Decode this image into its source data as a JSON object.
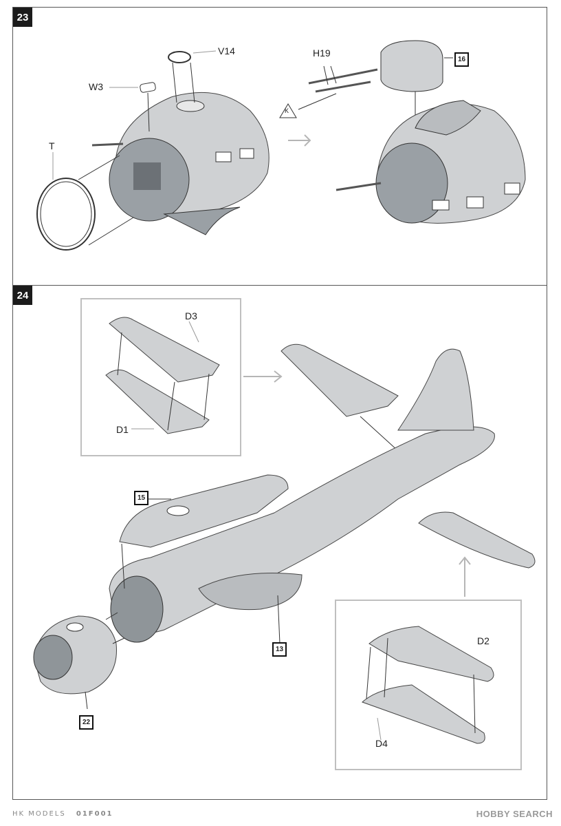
{
  "steps": {
    "step23": {
      "number": "23",
      "part_labels": {
        "v14": "V14",
        "w3": "W3",
        "t": "T",
        "h19": "H19",
        "k_marker": "K"
      },
      "ref_step": "16"
    },
    "step24": {
      "number": "24",
      "part_labels": {
        "d3": "D3",
        "d1": "D1",
        "d2": "D2",
        "d4": "D4"
      },
      "ref_steps": {
        "canopy": "15",
        "fuselage": "13",
        "nose": "22"
      }
    }
  },
  "footer": {
    "brand": "HK MODELS",
    "code": "01F001",
    "watermark": "HOBBY SEARCH"
  },
  "colors": {
    "part_gray": "#cfd1d3",
    "line": "#333333",
    "arrow_gray": "#b5b5b5"
  }
}
